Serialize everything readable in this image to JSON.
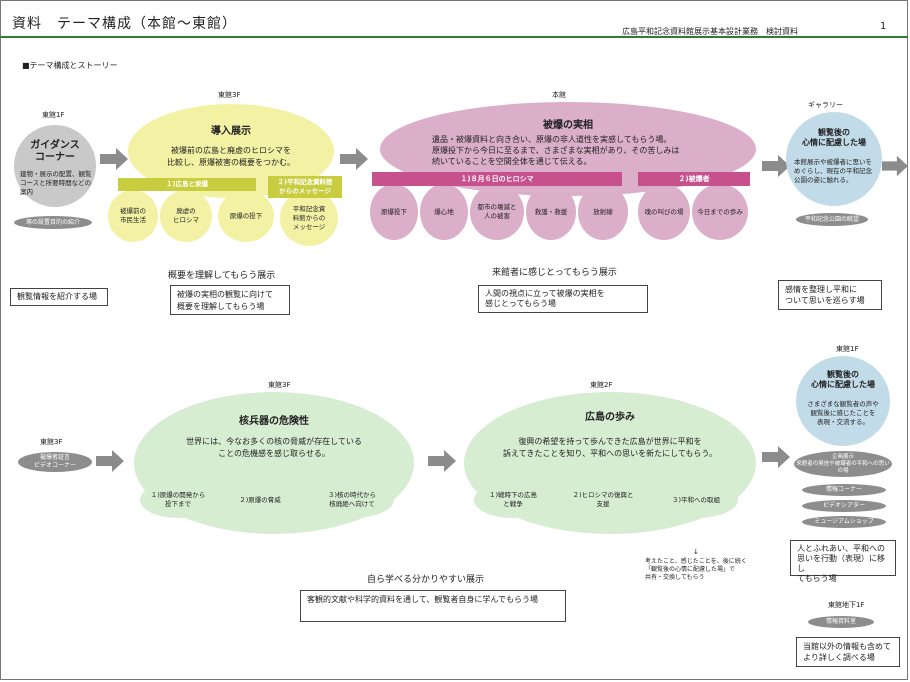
{
  "header": {
    "title": "資料　テーマ構成（本館～東館）",
    "doc_title": "広島平和記念資料館展示基本設計業務　検討資料",
    "page": "1"
  },
  "section_title": "■テーマ構成とストーリー",
  "row1": {
    "guidance": {
      "floor": "東館1F",
      "head": "ガイダンス\nコーナー",
      "desc": "建物・展示の配置、観覧コースと所要時間などの案内",
      "pill": "琢の設置目的の紹介",
      "box": "観覧情報を紹介する場"
    },
    "intro": {
      "floor": "東館3F",
      "head": "導入展示",
      "desc": "被爆前の広島と廃虚のヒロシマを\n比較し、原爆被害の概要をつかむ。",
      "band1": "１)広島と原爆",
      "band2": "２)平和記念資料館\nからのメッセージ",
      "subs": [
        "被爆前の\n市民生活",
        "廃虚の\nヒロシマ",
        "原爆の投下",
        "平和記念資\n料館からの\nメッセージ"
      ],
      "caption": "概要を理解してもらう展示",
      "box": "被爆の実相の観覧に向けて\n概要を理解してもらう場"
    },
    "reality": {
      "floor": "本館",
      "head": "被爆の実相",
      "desc": "遺品・被爆資料と向き合い、原爆の非人道性を実感してもらう場。\n原爆投下から今日に至るまで、さまざまな実相があり、その苦しみは\n続いていることを空間全体を通じて伝える。",
      "band1": "１)８月６日のヒロシマ",
      "band2": "２)被爆者",
      "subs": [
        "原爆投下",
        "爆心地",
        "都市の壊滅と\n人の被害",
        "救護・救援",
        "放射線",
        "魂の叫びの場",
        "今日までの歩み"
      ],
      "caption": "来館者に感じとってもらう展示",
      "box": "人間の視点に立って被爆の実相を\n感じとってもらう場"
    },
    "gallery": {
      "floor": "ギャラリー",
      "head": "観覧後の\n心情に配慮した場",
      "desc": "本館展示や被爆者に思いをめぐらし、現在の平和記念公園の姿に触れる。",
      "pill": "平和記念公園の眺望",
      "box": "感情を整理し平和に\nついて思いを巡らす場"
    }
  },
  "row2": {
    "video": {
      "floor": "東館3F",
      "pill": "被爆者証言\nビデオコーナー"
    },
    "nuclear": {
      "floor": "東館3F",
      "head": "核兵器の危険性",
      "desc": "世界には、今なお多くの核の脅威が存在している\nことの危機感を感じ取らせる。",
      "subs": [
        "１)原爆の開発から\n投下まで",
        "２)原爆の脅威",
        "３)核の時代から\n核廃絶へ向けて"
      ]
    },
    "hiroshima": {
      "floor": "東館2F",
      "head": "広島の歩み",
      "desc": "復興の希望を持って歩んできた広島が世界に平和を\n訴えてきたことを知り、平和への思いを新たにしてもらう。",
      "subs": [
        "１)戦時下の広島\nと戦争",
        "２)ヒロシマの復興と\n支援",
        "３)平和への取組"
      ]
    },
    "caption": "自ら学べる分かりやすい展示",
    "box": "客観的文献や科学的資料を通して、観覧者自身に学んでもらう場",
    "note": "考えたこと、感じたことを、後に続く\n「観覧後の心情に配慮した場」で\n共有・交換してもらう",
    "after": {
      "floor": "東館1F",
      "head": "観覧後の\n心情に配慮した場",
      "desc": "さまざまな観覧者の声や\n観覧後に感じたことを\n表現・交流する。",
      "pills": [
        "企画展示\n来館者の発信や被爆者の平和への思いの場",
        "情報コーナー",
        "ビデオシアター",
        "ミュージアムショップ"
      ],
      "box": "人とふれあい、平和への\n思いを行動（表現）に移し\nてもらう場"
    },
    "basement": {
      "floor": "東館地下1F",
      "pill": "情報資料室",
      "box": "当館以外の情報も含めて\nより詳しく調べる場"
    }
  },
  "colors": {
    "accent_green": "#2e7d32",
    "arrow": "#8c8c8c"
  }
}
